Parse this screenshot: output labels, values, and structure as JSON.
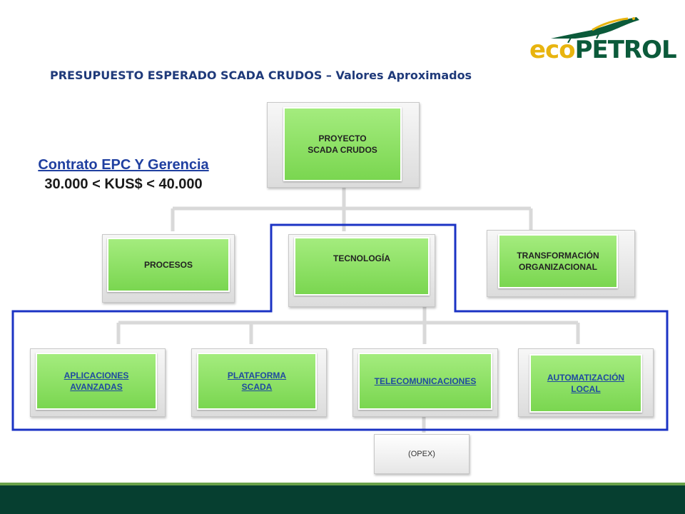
{
  "title": "PRESUPUESTO ESPERADO SCADA CRUDOS – Valores Aproximados",
  "logo": {
    "part1": "eco",
    "part2": "PETROL"
  },
  "contract": {
    "title": "Contrato EPC Y Gerencia",
    "range": "30.000  < KUS$ < 40.000"
  },
  "nodes": {
    "root": {
      "line1": "PROYECTO",
      "line2": "SCADA CRUDOS"
    },
    "procesos": "PROCESOS",
    "tecnologia": "TECNOLOGÍA",
    "transformacion": {
      "line1": "TRANSFORMACIÓN",
      "line2": "ORGANIZACIONAL"
    },
    "aplicaciones": {
      "line1": "APLICACIONES",
      "line2": "AVANZADAS"
    },
    "plataforma": {
      "line1": "PLATAFORMA",
      "line2": "SCADA"
    },
    "telecom": "TELECOMUNICACIONES",
    "automatizacion": {
      "line1": "AUTOMATIZACIÓN",
      "line2": "LOCAL"
    },
    "opex": "(OPEX)"
  },
  "colors": {
    "title": "#1f3a7a",
    "node_green": "#8ee065",
    "highlight_border": "#1b33c4",
    "footer": "#063f30",
    "logo_yellow": "#e8b40f",
    "logo_green": "#0b5a3a"
  }
}
